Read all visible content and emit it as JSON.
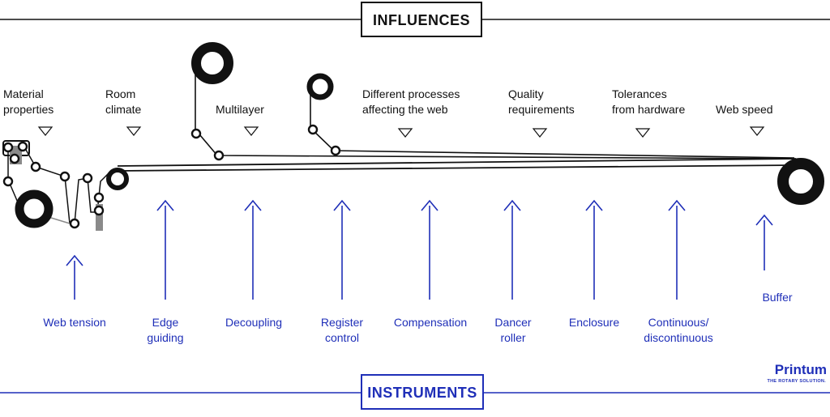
{
  "header": {
    "title": "INFLUENCES"
  },
  "footer": {
    "title": "INSTRUMENTS"
  },
  "brand": {
    "name": "Printum",
    "tagline": "THE ROTARY SOLUTION."
  },
  "influences": [
    {
      "lines": [
        "Material",
        "properties"
      ]
    },
    {
      "lines": [
        "Room",
        "climate"
      ]
    },
    {
      "lines": [
        "Multilayer"
      ]
    },
    {
      "lines": [
        "Different processes",
        "affecting the web"
      ]
    },
    {
      "lines": [
        "Quality",
        "requirements"
      ]
    },
    {
      "lines": [
        "Tolerances",
        "from hardware"
      ]
    },
    {
      "lines": [
        "Web speed"
      ]
    }
  ],
  "instruments": [
    {
      "lines": [
        "Web tension"
      ]
    },
    {
      "lines": [
        "Edge",
        "guiding"
      ]
    },
    {
      "lines": [
        "Decoupling"
      ]
    },
    {
      "lines": [
        "Register",
        "control"
      ]
    },
    {
      "lines": [
        "Compensation"
      ]
    },
    {
      "lines": [
        "Dancer",
        "roller"
      ]
    },
    {
      "lines": [
        "Enclosure"
      ]
    },
    {
      "lines": [
        "Continuous/",
        "discontinuous"
      ]
    },
    {
      "lines": [
        "Buffer"
      ]
    }
  ],
  "colors": {
    "accent": "#1f2fb8",
    "ink": "#111111",
    "roller_grey": "#8a8a8a"
  }
}
